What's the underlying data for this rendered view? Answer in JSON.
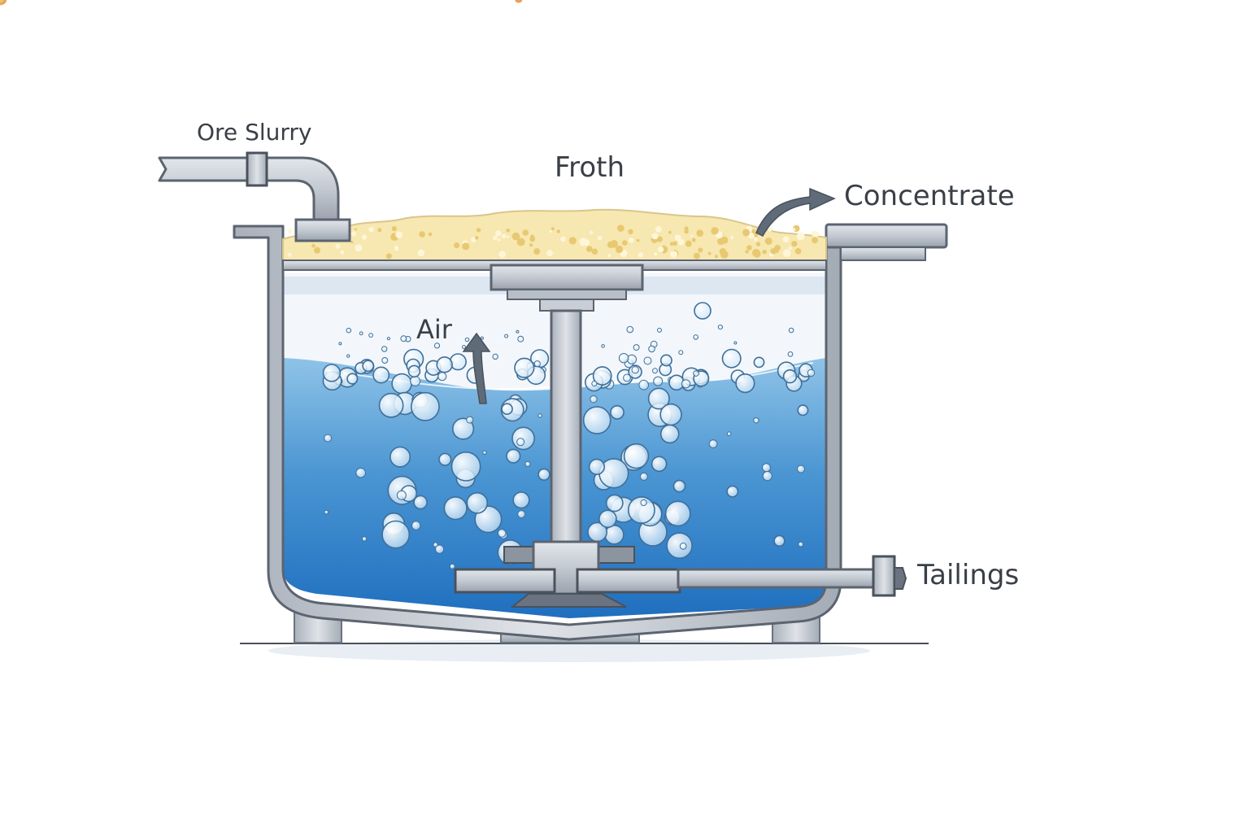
{
  "labels": {
    "ore_slurry": "Ore Slurry",
    "froth": "Froth",
    "concentrate": "Concentrate",
    "air": "Air",
    "tailings": "Tailings"
  },
  "colors": {
    "water_top": "#8fc3e8",
    "water_bottom": "#1f6fbf",
    "froth": "#f7e7b0",
    "metal": "#c9ced6",
    "metal_dark": "#6b7380",
    "label": "#3a3f47",
    "arrow": "#5f6b78"
  }
}
